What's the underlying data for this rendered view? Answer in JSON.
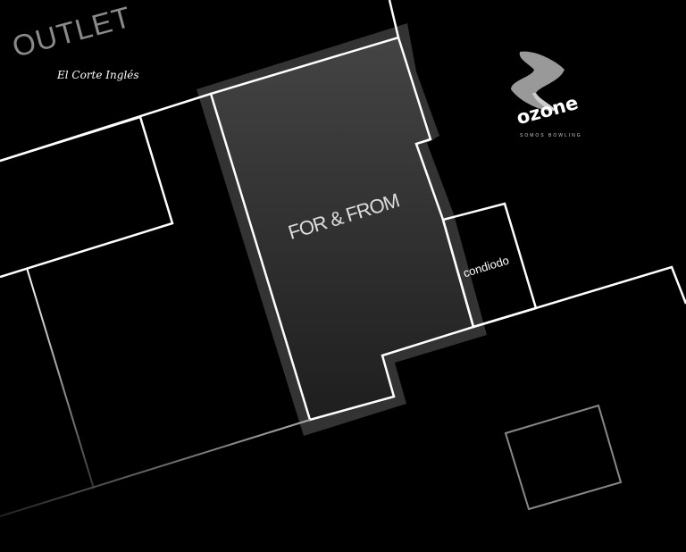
{
  "stores": {
    "highlighted": {
      "name": "FOR & FROM",
      "color": "#3a3a3a"
    },
    "condiodo": {
      "name": "condiodo"
    }
  },
  "logos": {
    "outlet": {
      "title": "OUTLET",
      "subtitle": "El Corte Inglés"
    },
    "ozone": {
      "title": "ozone",
      "subtitle": "SOMOS BOWLING"
    }
  },
  "colors": {
    "background": "#000000",
    "outline": "#ffffff",
    "highlight_border": "#333333"
  }
}
